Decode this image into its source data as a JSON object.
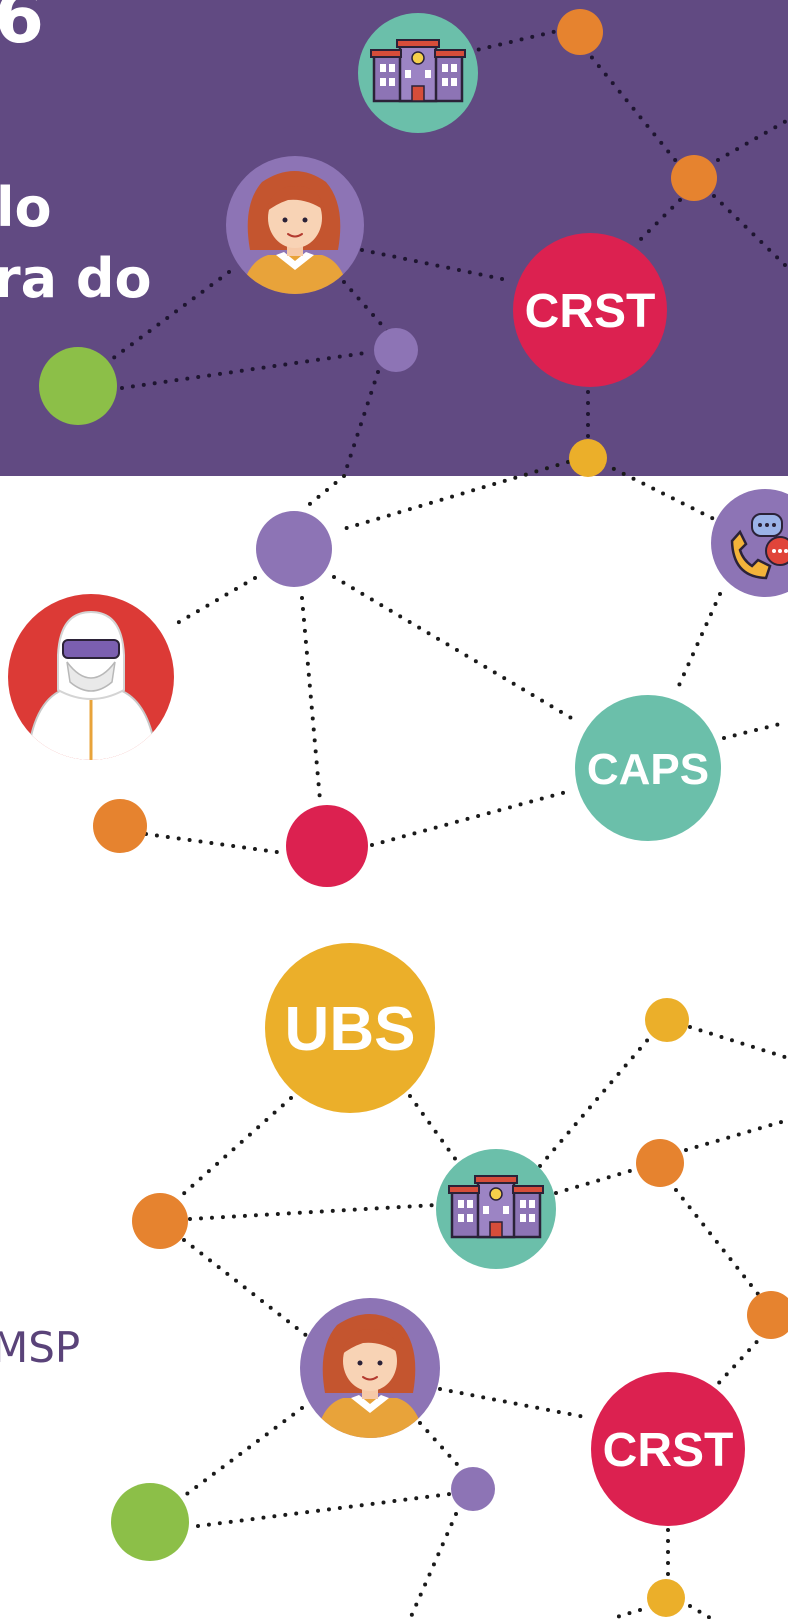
{
  "banner": {
    "background": "#614a82",
    "text_fragments": [
      "6",
      "lo",
      "ra do"
    ]
  },
  "lower_text": "MSP",
  "colors": {
    "purple_bg": "#614a82",
    "teal": "#6bbfaa",
    "red": "#dc2150",
    "orange": "#e6832f",
    "yellow": "#ebaf2a",
    "green": "#8cbf48",
    "lavender": "#8d74b5",
    "dots_light": "#1e1530",
    "dots_dark": "#1a1a1a"
  },
  "nodes": {
    "crst_top": "CRST",
    "caps": "CAPS",
    "ubs": "UBS",
    "crst_bottom": "CRST"
  },
  "icons": [
    "hospital-icon",
    "woman-worker-avatar-icon",
    "protective-suit-worker-icon",
    "phone-chat-icon"
  ]
}
